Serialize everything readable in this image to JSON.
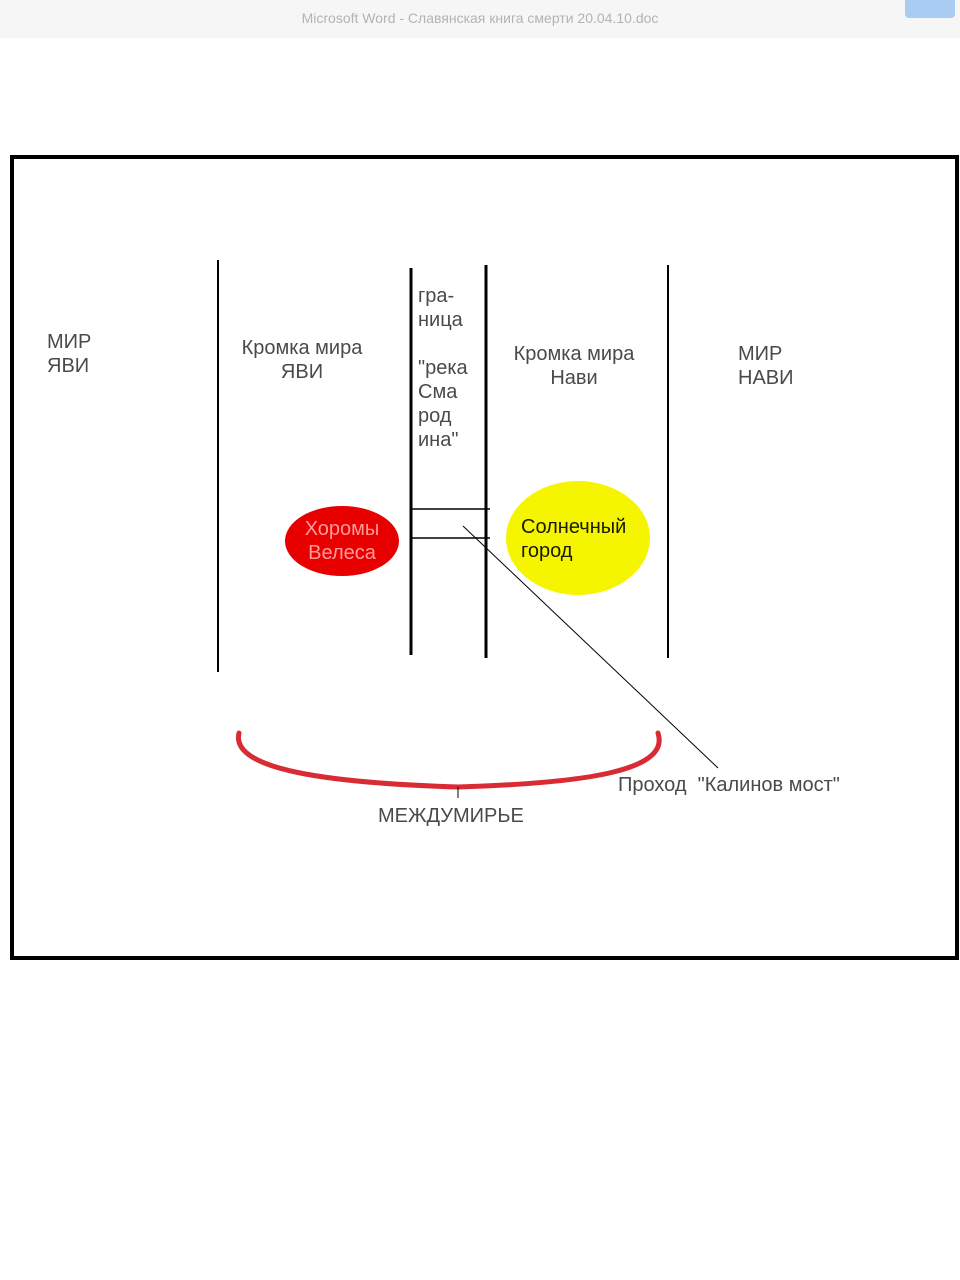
{
  "window": {
    "title": "Microsoft Word - Славянская книга смерти 20.04.10.doc"
  },
  "diagram": {
    "mir_yavi": [
      "МИР",
      "ЯВИ"
    ],
    "kromka_yavi": [
      "Кромка мира",
      "ЯВИ"
    ],
    "granitsa": [
      "гра-",
      "ница",
      "",
      "\"река",
      "Сма",
      "род",
      "ина\""
    ],
    "kromka_navi": [
      "Кромка мира",
      "Нави"
    ],
    "mir_navi": [
      "МИР",
      "НАВИ"
    ],
    "horomy": [
      "Хоромы",
      "Велеса"
    ],
    "solnechny": [
      "Солнечный",
      "город"
    ],
    "prohod": "Проход  \"Калинов мост\"",
    "mezhdumirye": "МЕЖДУМИРЬЕ"
  },
  "colors": {
    "horomy_fill": "#e80000",
    "solnechny_fill": "#f5f500",
    "brace_stroke": "#d4141e",
    "line_stroke": "#000000",
    "text": "#4a4a4a"
  }
}
